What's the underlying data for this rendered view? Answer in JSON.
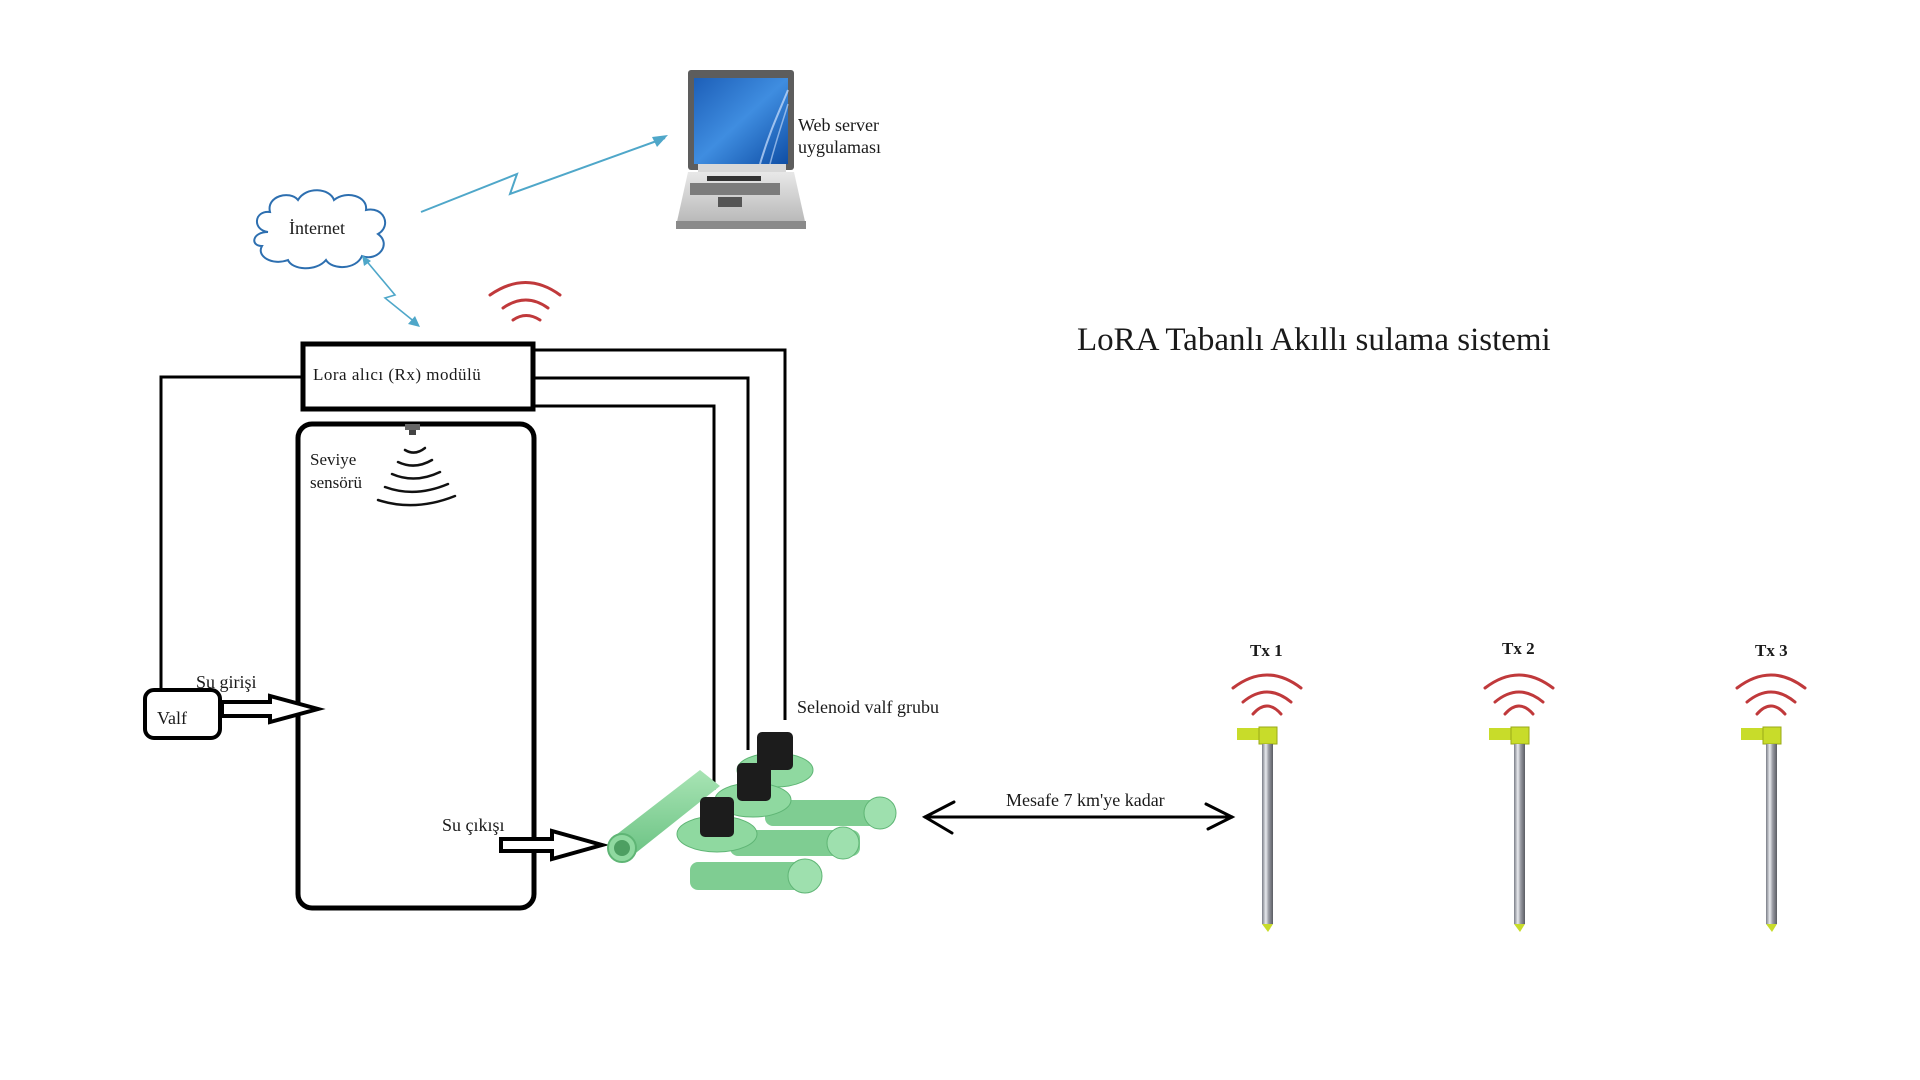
{
  "title": "LoRA Tabanlı Akıllı sulama sistemi",
  "internet": {
    "label": "İnternet",
    "icon": "cloud-icon"
  },
  "web_server": {
    "label_line1": "Web server",
    "label_line2": "uygulaması",
    "icon": "laptop-icon"
  },
  "receiver": {
    "label": "Lora alıcı (Rx) modülü",
    "signal_icon": "wireless-signal-icon"
  },
  "tank": {
    "level_sensor_line1": "Seviye",
    "level_sensor_line2": "sensörü",
    "water_inlet": "Su girişi",
    "water_outlet": "Su çıkışı"
  },
  "valve": {
    "label": "Valf"
  },
  "solenoid_group": {
    "label": "Selenoid valf grubu",
    "valve_count": 3
  },
  "distance": {
    "label": "Mesafe 7 km'ye kadar"
  },
  "transmitters": [
    {
      "label": "Tx 1"
    },
    {
      "label": "Tx 2"
    },
    {
      "label": "Tx 3"
    }
  ],
  "colors": {
    "signal_red": "#c0393b",
    "link_blue": "#4fa7c9",
    "pipe_green": "#86d39a",
    "sensor_yellow": "#c8dc2a",
    "line_black": "#000000"
  }
}
